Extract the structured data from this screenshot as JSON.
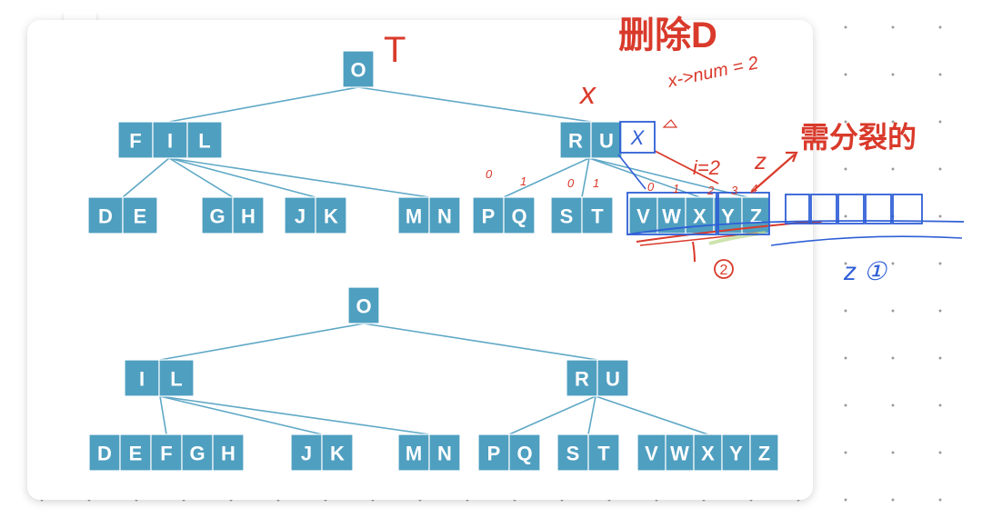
{
  "colors": {
    "node_fill": "#4f9fc0",
    "edge": "#5fa8c6",
    "annotation_red": "#d93a2b",
    "annotation_blue": "#2f5fd6",
    "annotation_green": "#b8d88a"
  },
  "top_tree": {
    "root": [
      "O"
    ],
    "level1": [
      [
        "F",
        "I",
        "L"
      ],
      [
        "R",
        "U"
      ]
    ],
    "leaves": [
      [
        "D",
        "E"
      ],
      [
        "G",
        "H"
      ],
      [
        "J",
        "K"
      ],
      [
        "M",
        "N"
      ],
      [
        "P",
        "Q"
      ],
      [
        "S",
        "T"
      ],
      [
        "V",
        "W",
        "X",
        "Y",
        "Z"
      ]
    ]
  },
  "bottom_tree": {
    "root": [
      "O"
    ],
    "level1": [
      [
        "I",
        "L"
      ],
      [
        "R",
        "U"
      ]
    ],
    "leaves": [
      [
        "D",
        "E",
        "F",
        "G",
        "H"
      ],
      [
        "J",
        "K"
      ],
      [
        "M",
        "N"
      ],
      [
        "P",
        "Q"
      ],
      [
        "S",
        "T"
      ],
      [
        "V",
        "W",
        "X",
        "Y",
        "Z"
      ]
    ]
  },
  "annotations": {
    "title": "删除D",
    "t_label": "T",
    "x_label": "x",
    "x_box": "X",
    "x_num": "x->num = 2",
    "i_eq": "i=2",
    "z_label": "z",
    "split_note": "需分裂的",
    "circle_two": "2",
    "z_one": "z ①",
    "index_marks": [
      "0",
      "1",
      "0",
      "1",
      "0",
      "1",
      "2",
      "3",
      "4"
    ]
  }
}
